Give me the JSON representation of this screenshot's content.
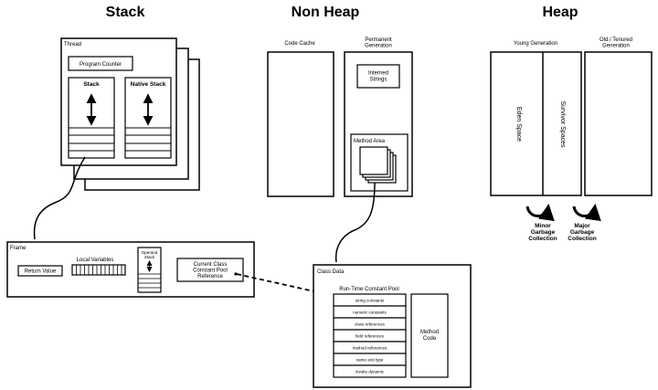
{
  "headers": {
    "stack": "Stack",
    "non_heap": "Non Heap",
    "heap": "Heap"
  },
  "stack": {
    "thread_label": "Thread",
    "program_counter": "Program Counter",
    "stack_label": "Stack",
    "native_stack_label": "Native Stack"
  },
  "frame": {
    "label": "Frame",
    "return_value": "Return Value",
    "local_variables": "Local Variables",
    "operand_stack_line1": "Operand",
    "operand_stack_line2": "Stack",
    "ccp_line1": "Current Class",
    "ccp_line2": "Constant Pool",
    "ccp_line3": "Reference"
  },
  "non_heap": {
    "code_cache": "Code Cache",
    "perm_gen_line1": "Permanent",
    "perm_gen_line2": "Generation",
    "interned_line1": "Interned",
    "interned_line2": "Strings",
    "method_area": "Method Area"
  },
  "class_data": {
    "label": "Class Data",
    "rtcp_label": "Run-Time Constant Pool",
    "pool_items": [
      "string constants",
      "numeric constants",
      "class references",
      "field references",
      "method references",
      "name and type",
      "invoke dynamic"
    ],
    "method_code_line1": "Method",
    "method_code_line2": "Code"
  },
  "heap": {
    "young_generation": "Young Generation",
    "old_line1": "Old / Tenured",
    "old_line2": "Generation",
    "eden_space": "Eden Space",
    "survivor_spaces": "Survivor Spaces",
    "minor_gc": [
      "Minor",
      "Garbage",
      "Collection"
    ],
    "major_gc": [
      "Major",
      "Garbage",
      "Collection"
    ]
  }
}
